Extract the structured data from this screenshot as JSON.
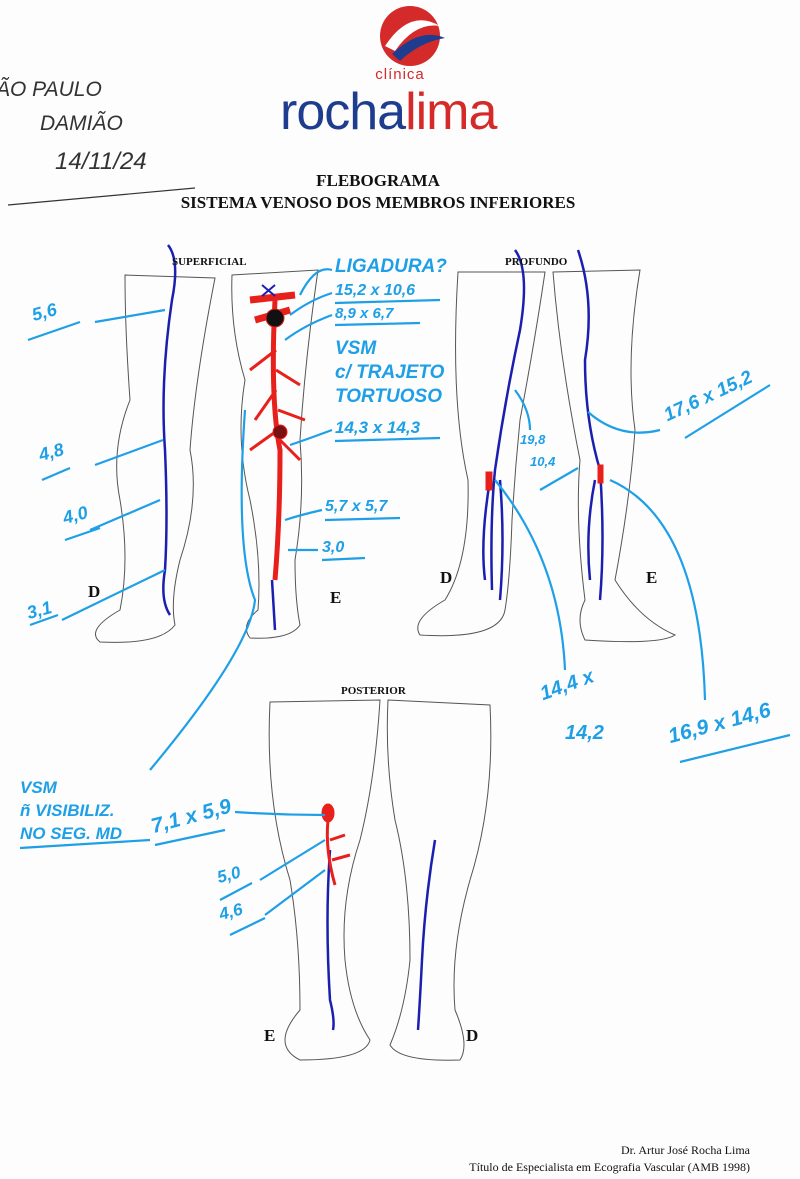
{
  "logo": {
    "small": "clínica",
    "rocha": "rocha",
    "lima": "lima"
  },
  "handwritten_header": {
    "line1": "ÃO PAULO",
    "line2": "DAMIÃO",
    "date": "14/11/24"
  },
  "title": "FLEBOGRAMA",
  "subtitle": "SISTEMA VENOSO DOS MEMBROS INFERIORES",
  "sections": {
    "superficial": "SUPERFICIAL",
    "profundo": "PROFUNDO",
    "posterior": "POSTERIOR"
  },
  "side_labels": {
    "sup_right": "D",
    "sup_left": "E",
    "deep_right": "D",
    "deep_left": "E",
    "post_left": "E",
    "post_right": "D"
  },
  "annotations": {
    "sup_right": [
      "5,6",
      "4,8",
      "4,0",
      "3,1"
    ],
    "sup_left": {
      "ligadura": "LIGADURA?",
      "m1": "15,2 x 10,6",
      "m2": "8,9 x 6,7",
      "note1": "VSM",
      "note2": "c/ TRAJETO",
      "note3": "TORTUOSO",
      "m3": "14,3 x 14,3",
      "m4": "5,7 x 5,7",
      "m5": "3,0"
    },
    "vsm_note": [
      "VSM",
      "ñ VISIBILIZ.",
      "NO SEG. MD"
    ],
    "deep": {
      "d1": "19,8",
      "d2": "10,4",
      "d3": "17,6 x 15,2",
      "d4a": "14,4 x",
      "d4b": "14,2",
      "d5": "16,9 x 14,6"
    },
    "posterior": [
      "7,1 x 5,9",
      "5,0",
      "4,6"
    ]
  },
  "signature": {
    "name": "Dr. Artur José Rocha Lima",
    "credential": "Título de Especialista em Ecografia Vascular (AMB 1998)"
  },
  "colors": {
    "vein_blue": "#1a1fb0",
    "reflux_red": "#e8201c",
    "pen_blue": "#1e9fe6",
    "outline": "#555555"
  }
}
